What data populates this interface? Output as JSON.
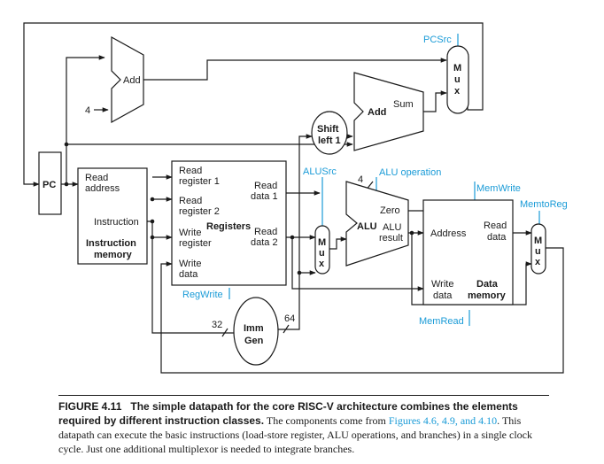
{
  "diagram": {
    "pc": "PC",
    "imem": {
      "read_address": [
        "Read",
        "address"
      ],
      "instruction": "Instruction",
      "title": [
        "Instruction",
        "memory"
      ]
    },
    "registers": {
      "read_register_1": [
        "Read",
        "register 1"
      ],
      "read_register_2": [
        "Read",
        "register 2"
      ],
      "write_register": [
        "Write",
        "register"
      ],
      "write_data": [
        "Write",
        "data"
      ],
      "read_data_1": [
        "Read",
        "data 1"
      ],
      "read_data_2": [
        "Read",
        "data 2"
      ],
      "title": "Registers"
    },
    "adder_pc": "Add",
    "const_four": "4",
    "adder_branch": {
      "title": "Add",
      "sum": "Sum"
    },
    "shift": [
      "Shift",
      "left 1"
    ],
    "alu": {
      "title": "ALU",
      "zero": "Zero",
      "result": [
        "ALU",
        "result"
      ]
    },
    "dmem": {
      "address": "Address",
      "read_data": [
        "Read",
        "data"
      ],
      "write_data": [
        "Write",
        "data"
      ],
      "title": [
        "Data",
        "memory"
      ]
    },
    "imm_gen": [
      "Imm",
      "Gen"
    ],
    "bus_in_width": "32",
    "bus_out_width": "64",
    "alu_op_width": "4",
    "mux_letters": [
      "M",
      "u",
      "x"
    ],
    "control": {
      "pcsrc": "PCSrc",
      "alusrc": "ALUSrc",
      "alu_operation": "ALU operation",
      "memwrite": "MemWrite",
      "memtoreg": "MemtoReg",
      "memread": "MemRead",
      "regwrite": "RegWrite"
    }
  },
  "caption": {
    "label": "FIGURE 4.11",
    "title": "The simple datapath for the core RISC-V architecture combines the elements required by different instruction classes.",
    "text_before_ref": "The components come from ",
    "figure_refs": "Figures 4.6, 4.9, and 4.10",
    "text_after_ref": ". This datapath can execute the basic instructions (load-store register, ALU operations, and branches) in a single clock cycle. Just one additional multiplexor is needed to integrate branches."
  }
}
